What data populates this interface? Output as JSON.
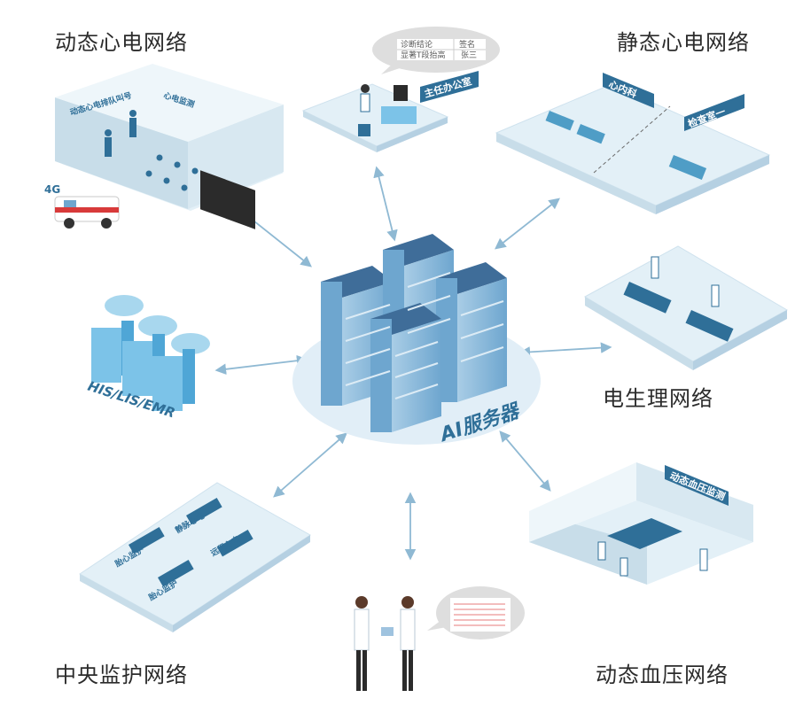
{
  "nodes": {
    "dynamic_ecg": "动态心电网络",
    "static_ecg": "静态心电网络",
    "electrophysiology": "电生理网络",
    "dynamic_bp": "动态血压网络",
    "central_monitor": "中央监护网络"
  },
  "server": {
    "label": "AI服务器"
  },
  "his": {
    "label": "HIS/LIS/EMR"
  },
  "director_office": {
    "tag": "主任办公室",
    "bubble": {
      "headers": [
        "诊断结论",
        "签名"
      ],
      "row": [
        "显著T段抬高",
        "张三"
      ]
    }
  },
  "static_rooms": {
    "cardiology": "心内科",
    "exam_room": "检查室一"
  },
  "dynamic_room": {
    "queue_sign": "动态心电排队叫号",
    "monitor_sign": "心电监测",
    "badge": "4G"
  },
  "bp_room": {
    "sign": "动态血压监测"
  },
  "central_beds": [
    "静脉心电",
    "远程心电",
    "胎心监护",
    "胎心监护"
  ],
  "colors": {
    "accent": "#2f6f98",
    "floor": "#e3f0f7",
    "wall": "#c8dde9",
    "arrow": "#8fb9d3",
    "server_dark": "#3f6d99",
    "server_light": "#9fc3df"
  }
}
